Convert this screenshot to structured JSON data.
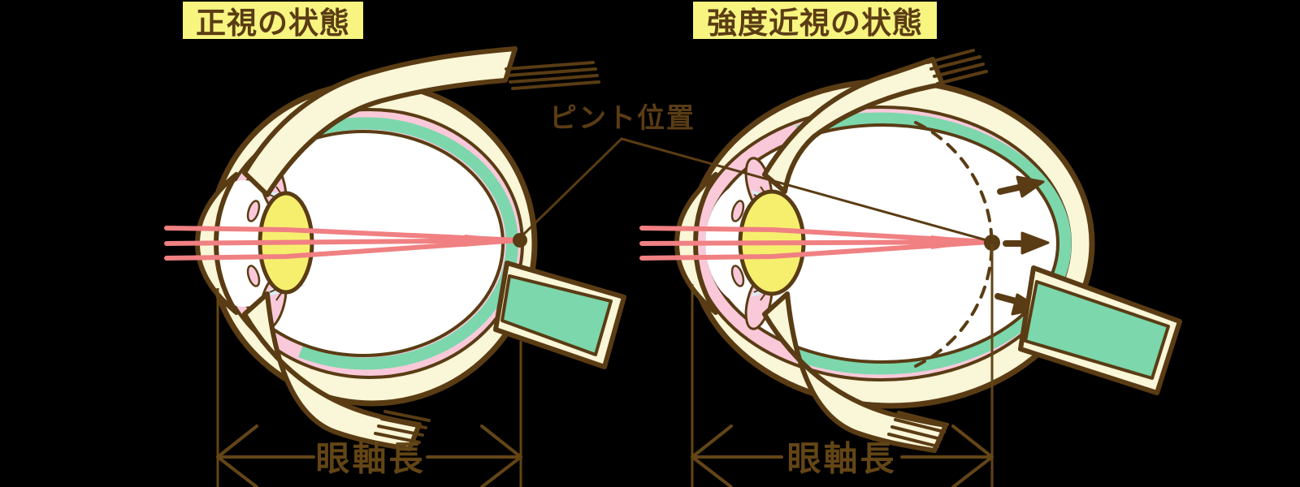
{
  "titles": {
    "left": "正視の状態",
    "right": "強度近視の状態"
  },
  "labels": {
    "focus_position": "ピント位置",
    "axial_length_left": "眼軸長",
    "axial_length_right": "眼軸長"
  },
  "colors": {
    "bg": "#000000",
    "outline": "#5a3c14",
    "sclera": "#faf6d8",
    "choroid": "#f9c9da",
    "retina": "#7cd7ac",
    "lens": "#f6ef6e",
    "ray": "#f08082",
    "zonule": "#d9edf6",
    "interior": "#ffffff",
    "title_bg": "#f7f480",
    "text": "#5a3c14",
    "measure": "#634516"
  }
}
